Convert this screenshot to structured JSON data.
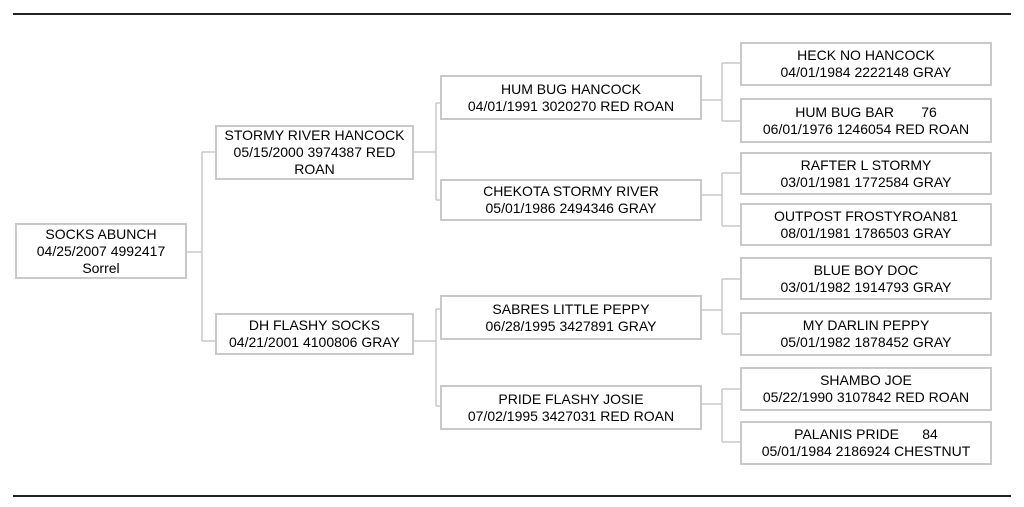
{
  "pedigree": {
    "subject": {
      "name": "SOCKS ABUNCH",
      "line2": "04/25/2007 4992417",
      "line3": "Sorrel"
    },
    "sire": {
      "name": "STORMY RIVER HANCOCK",
      "line2": "05/15/2000 3974387 RED",
      "line3": "ROAN"
    },
    "dam": {
      "name": "DH FLASHY SOCKS",
      "line2": "04/21/2001 4100806 GRAY"
    },
    "sire_sire": {
      "name": "HUM BUG HANCOCK",
      "line2": "04/01/1991 3020270 RED ROAN"
    },
    "sire_dam": {
      "name": "CHEKOTA STORMY RIVER",
      "line2": "05/01/1986 2494346 GRAY"
    },
    "dam_sire": {
      "name": "SABRES LITTLE PEPPY",
      "line2": "06/28/1995 3427891 GRAY"
    },
    "dam_dam": {
      "name": "PRIDE FLASHY JOSIE",
      "line2": "07/02/1995 3427031 RED ROAN"
    },
    "ggp": [
      {
        "name": "HECK NO HANCOCK",
        "line2": "04/01/1984 2222148 GRAY"
      },
      {
        "name": "HUM BUG BAR       76",
        "line2": "06/01/1976 1246054 RED ROAN"
      },
      {
        "name": "RAFTER L STORMY",
        "line2": "03/01/1981 1772584 GRAY"
      },
      {
        "name": "OUTPOST FROSTYROAN81",
        "line2": "08/01/1981 1786503 GRAY"
      },
      {
        "name": "BLUE BOY DOC",
        "line2": "03/01/1982 1914793 GRAY"
      },
      {
        "name": "MY DARLIN PEPPY",
        "line2": "05/01/1982 1878452 GRAY"
      },
      {
        "name": "SHAMBO JOE",
        "line2": "05/22/1990 3107842 RED ROAN"
      },
      {
        "name": "PALANIS PRIDE      84",
        "line2": "05/01/1984 2186924 CHESTNUT"
      }
    ]
  }
}
